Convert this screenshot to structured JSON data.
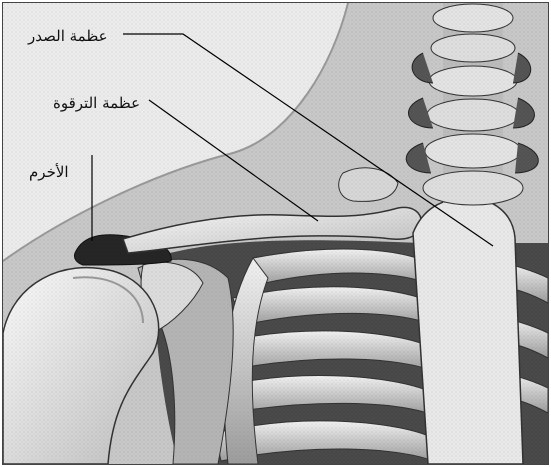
{
  "labels": {
    "sternum": "عظمة الصدر",
    "clavicle": "عظمة الترقوة",
    "acromion": "الأخرم"
  },
  "colors": {
    "background": "#e7e7e7",
    "skin": "#c9c9c9",
    "bone_light": "#f4f4f4",
    "bone_shadow": "#8a8a8a",
    "dark": "#1f1f1f",
    "leader_line": "#000000"
  }
}
